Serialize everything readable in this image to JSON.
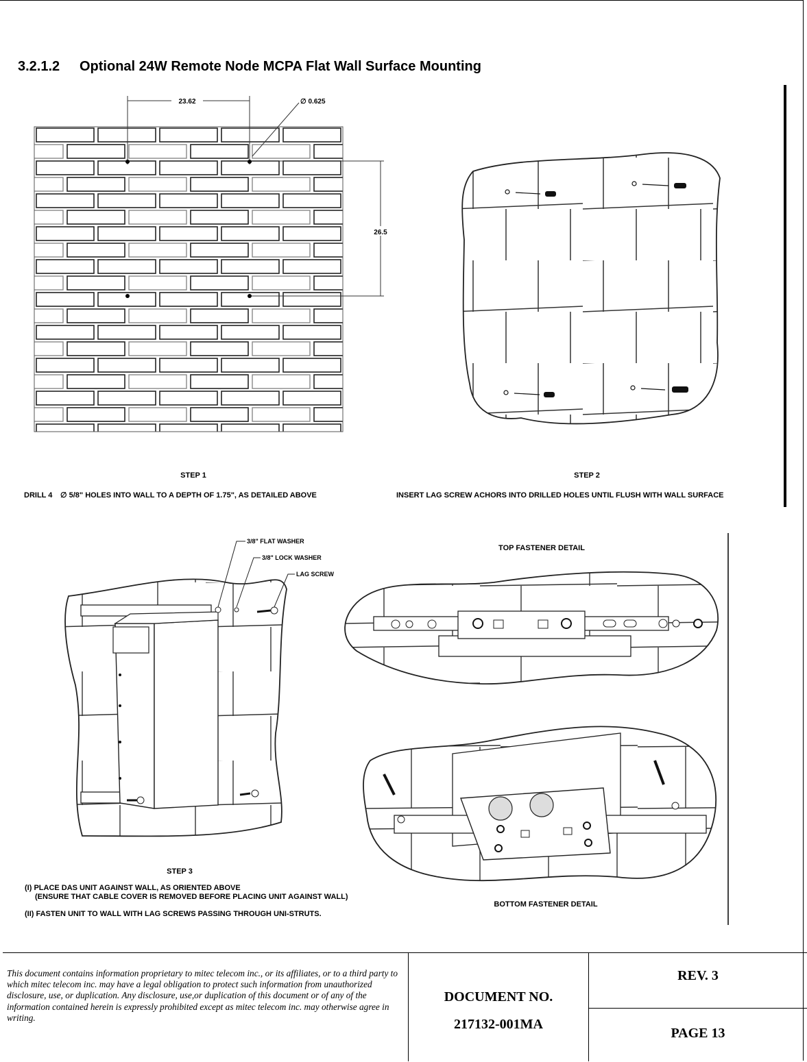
{
  "section": {
    "number": "3.2.1.2",
    "title": "Optional 24W Remote Node MCPA Flat Wall Surface Mounting"
  },
  "figure": {
    "dim_horizontal": "23.62",
    "dim_hole": "∅ 0.625",
    "dim_vertical": "26.5",
    "step1_title": "STEP 1",
    "step1_text_a": "DRILL 4",
    "step1_text_b": "∅ 5/8\" HOLES INTO WALL TO A DEPTH OF 1.75\",  AS DETAILED ABOVE",
    "step2_title": "STEP 2",
    "step2_text": "INSERT LAG SCREW ACHORS INTO DRILLED HOLES UNTIL FLUSH WITH WALL SURFACE",
    "callout_flat_washer": "3/8\" FLAT WASHER",
    "callout_lock_washer": "3/8\" LOCK WASHER",
    "callout_lag_screw": "LAG SCREW",
    "top_detail_title": "TOP FASTENER DETAIL",
    "bottom_detail_title": "BOTTOM FASTENER DETAIL",
    "step3_title": "STEP 3",
    "step3_line1": "(I) PLACE DAS UNIT AGAINST WALL, AS ORIENTED ABOVE",
    "step3_line2": "(ENSURE THAT CABLE COVER IS REMOVED BEFORE PLACING UNIT AGAINST WALL)",
    "step3_line3": "(II) FASTEN UNIT TO WALL WITH LAG SCREWS PASSING THROUGH UNI-STRUTS."
  },
  "footer": {
    "legal": "This document contains information proprietary to mitec telecom inc., or its affiliates, or to a third party to which mitec telecom inc. may have a legal obligation to protect such information from unauthorized disclosure, use, or duplication. Any disclosure, use,or duplication of this document or of any of the information contained herein is expressly prohibited except as mitec telecom inc. may otherwise agree in writing.",
    "doc_label": "DOCUMENT NO.",
    "doc_number": "217132-001MA",
    "revision": "REV. 3",
    "page": "PAGE 13"
  }
}
